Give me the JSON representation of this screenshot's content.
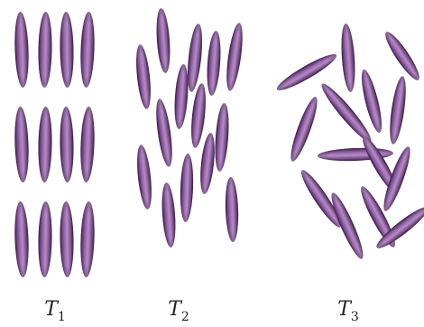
{
  "panels": [
    {
      "id": "T1",
      "label": {
        "main": "T",
        "sub": "1"
      }
    },
    {
      "id": "T2",
      "label": {
        "main": "T",
        "sub": "2"
      }
    },
    {
      "id": "T3",
      "label": {
        "main": "T",
        "sub": "3"
      }
    }
  ],
  "colors": {
    "ellipsoid_dark": "#4a2258",
    "ellipsoid_mid": "#7a4a8e",
    "ellipsoid_light": "#b48cc4",
    "background": "#ffffff"
  }
}
